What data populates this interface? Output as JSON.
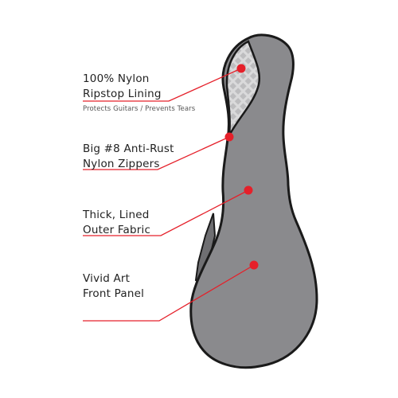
{
  "colors": {
    "accent": "#e5202a",
    "bag_body": "#8a8a8d",
    "bag_outline": "#1a1a1a",
    "lining_light": "#d9d9d9",
    "lining_pattern": "#b9b9bb"
  },
  "callouts": [
    {
      "line1": "100% Nylon",
      "line2": "Ripstop Lining",
      "sub": "Protects Guitars / Prevents Tears"
    },
    {
      "line1": "Big #8 Anti-Rust",
      "line2": "Nylon Zippers"
    },
    {
      "line1": "Thick, Lined",
      "line2": "Outer Fabric"
    },
    {
      "line1": "Vivid Art",
      "line2": "Front Panel"
    }
  ]
}
